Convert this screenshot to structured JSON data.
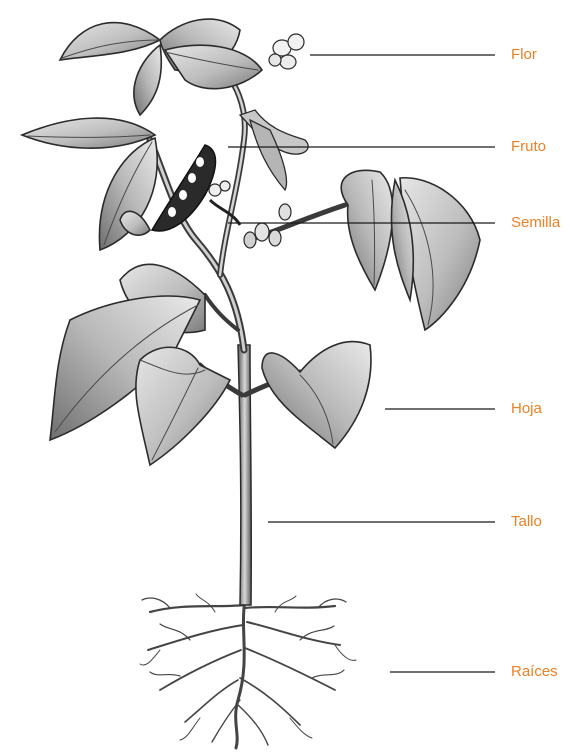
{
  "diagram": {
    "labels": [
      {
        "id": "flor",
        "text": "Flor"
      },
      {
        "id": "fruto",
        "text": "Fruto"
      },
      {
        "id": "semilla",
        "text": "Semilla"
      },
      {
        "id": "hoja",
        "text": "Hoja"
      },
      {
        "id": "tallo",
        "text": "Tallo"
      },
      {
        "id": "raices",
        "text": "Raíces"
      }
    ],
    "colors": {
      "label": "#ee7f22",
      "line": "#1a1a1a",
      "leaf_fill": "#c9c9c9",
      "leaf_dark": "#8a8a8a",
      "outline": "#2b2b2b",
      "root": "#444444",
      "pod": "#2a2a2a",
      "flower": "#f2f2f2"
    }
  }
}
